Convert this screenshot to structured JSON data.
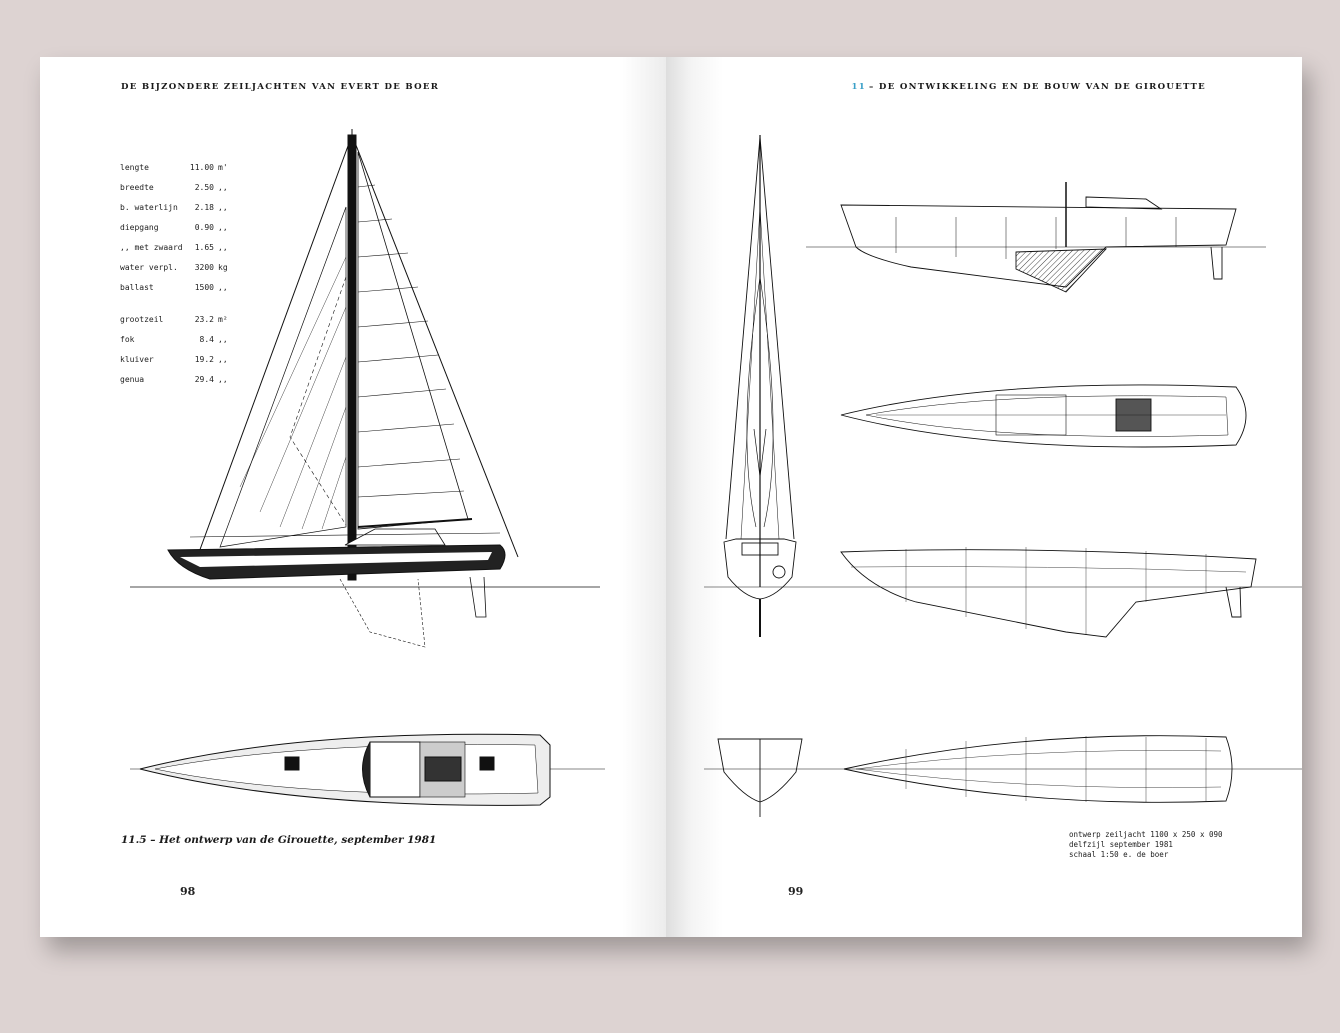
{
  "left_page": {
    "running_head": "DE BIJZONDERE ZEILJACHTEN VAN EVERT DE BOER",
    "folio": "98",
    "caption": "11.5 – Het ontwerp van de Girouette, september 1981",
    "specs": [
      {
        "label": "lengte",
        "value": "11.00",
        "unit": "m'"
      },
      {
        "label": "breedte",
        "value": "2.50",
        "unit": ",,"
      },
      {
        "label": "b. waterlijn",
        "value": "2.18",
        "unit": ",,"
      },
      {
        "label": "diepgang",
        "value": "0.90",
        "unit": ",,"
      },
      {
        "label": ",, met zwaard",
        "value": "1.65",
        "unit": ",,"
      },
      {
        "label": "water verpl.",
        "value": "3200",
        "unit": "kg"
      },
      {
        "label": "ballast",
        "value": "1500",
        "unit": ",,"
      }
    ],
    "sails": [
      {
        "label": "grootzeil",
        "value": "23.2",
        "unit": "m²"
      },
      {
        "label": "fok",
        "value": "8.4",
        "unit": ",,"
      },
      {
        "label": "kluiver",
        "value": "19.2",
        "unit": ",,"
      },
      {
        "label": "genua",
        "value": "29.4",
        "unit": ",,"
      }
    ]
  },
  "right_page": {
    "chapter_number": "11",
    "running_head": "– DE ONTWIKKELING EN DE BOUW VAN DE GIROUETTE",
    "folio": "99",
    "title_block": {
      "line1": "ontwerp zeiljacht 1100 x 250 x 090",
      "line2": "delfzijl september 1981",
      "line3": "schaal 1:50      e. de boer"
    }
  }
}
